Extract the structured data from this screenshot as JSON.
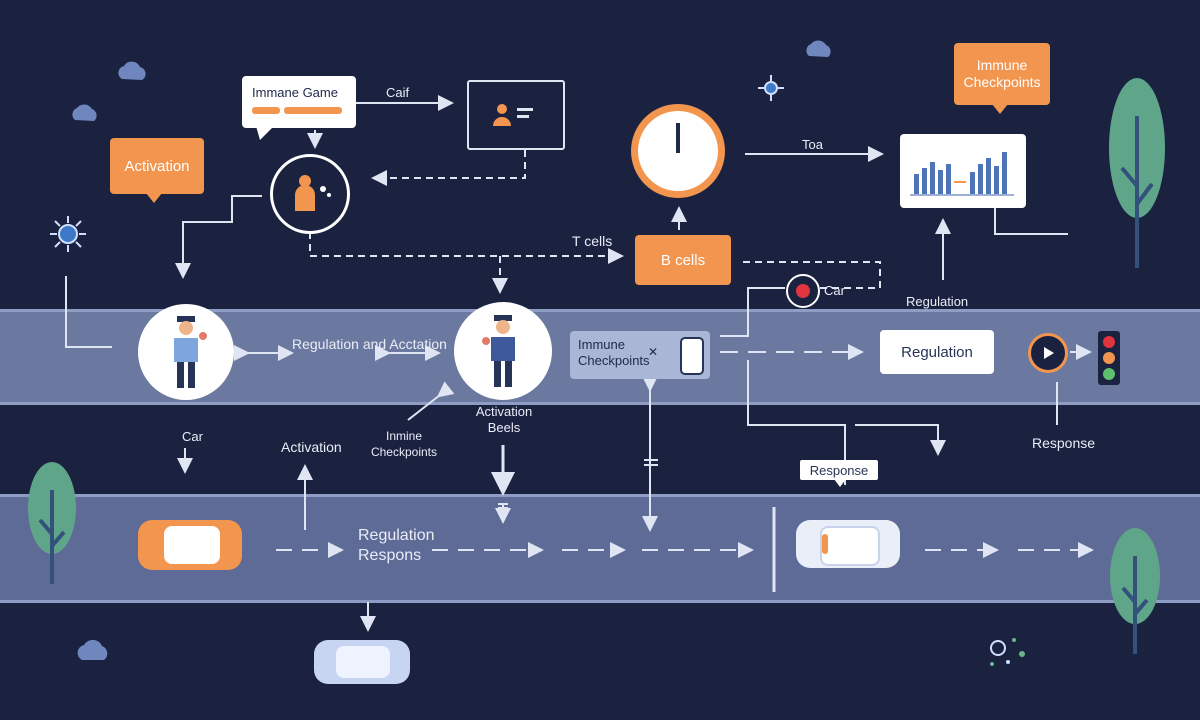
{
  "labels": {
    "immune_game": "Immane Game",
    "caif": "Caif",
    "activation_box": "Activation",
    "toa": "Toa",
    "immune_checkpoints_top": "Immune Checkpoints",
    "t_cells": "T cells",
    "b_cells": "B cells",
    "car_top": "Car",
    "regulation_top_right": "Regulation",
    "regulation_and_activation": "Regulation and Acctation",
    "immune_checkpoints_band": "Immune Checkpoints",
    "regulation_box": "Regulation",
    "car_left": "Car",
    "activation_mid": "Activation",
    "inmine_checkpoints": "Inmine Checkpoints",
    "activation_beels": "Activation Beels",
    "response_right": "Response",
    "response_box": "Response",
    "regulation_respons": "Regulation Respons"
  },
  "colors": {
    "background": "#1b2240",
    "band": "#6b789f",
    "orange": "#f2954e",
    "white": "#ffffff",
    "green_tree": "#5fa58a"
  }
}
